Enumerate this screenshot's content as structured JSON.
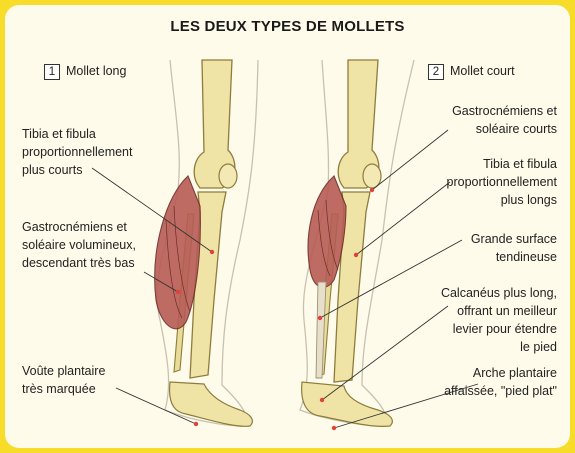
{
  "title": "LES DEUX TYPES DE MOLLETS",
  "left": {
    "number": "1",
    "heading": "Mollet long",
    "labels": [
      [
        "Tibia et fibula",
        "proportionnellement",
        "plus courts"
      ],
      [
        "Gastrocnémiens et",
        "soléaire volumineux,",
        "descendant très bas"
      ],
      [
        "Voûte plantaire",
        "très marquée"
      ]
    ]
  },
  "right": {
    "number": "2",
    "heading": "Mollet court",
    "labels": [
      [
        "Gastrocnémiens et",
        "soléaire courts"
      ],
      [
        "Tibia et fibula",
        "proportionnellement",
        "plus longs"
      ],
      [
        "Grande surface",
        "tendineuse"
      ],
      [
        "Calcanéus plus long,",
        "offrant un meilleur",
        "levier pour étendre",
        "le pied"
      ],
      [
        "Arche plantaire",
        "affaissée, \"pied plat\""
      ]
    ]
  },
  "colors": {
    "frame": "#f7dc2a",
    "background": "#fffbea",
    "bone": "#efe4a6",
    "muscle": "#b65c55",
    "leader": "#333333",
    "pointer": "#e0413a"
  }
}
